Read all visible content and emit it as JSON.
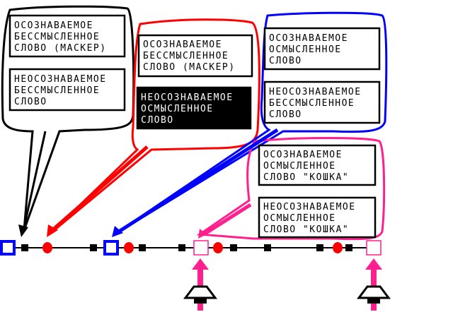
{
  "colors": {
    "black": "#000000",
    "red": "#ff0000",
    "blue": "#0000ff",
    "magenta": "#ff1f8f",
    "marker_fill": "#ffffff"
  },
  "groups": [
    {
      "id": "black-group",
      "color": "black",
      "boxes": [
        {
          "lines": [
            "ОСОЗНАВАЕМОЕ",
            "БЕССМЫСЛЕННОЕ",
            "СЛОВО (МАСКЕР)"
          ],
          "inverted": false
        },
        {
          "lines": [
            "НЕОСОЗНАВАЕМОЕ",
            "БЕССМЫСЛЕННОЕ",
            "СЛОВО"
          ],
          "inverted": false
        }
      ]
    },
    {
      "id": "red-group",
      "color": "red",
      "boxes": [
        {
          "lines": [
            "ОСОЗНАВАЕМОЕ",
            "БЕССМЫСЛЕННОЕ",
            "СЛОВО (МАСКЕР)"
          ],
          "inverted": false
        },
        {
          "lines": [
            "НЕОСОЗНАВАЕМОЕ",
            "ОСМЫСЛЕННОЕ",
            "СЛОВО"
          ],
          "inverted": true
        }
      ]
    },
    {
      "id": "blue-group",
      "color": "blue",
      "boxes": [
        {
          "lines": [
            "ОСОЗНАВАЕМОЕ",
            "ОСМЫСЛЕННОЕ",
            "СЛОВО"
          ],
          "inverted": false
        },
        {
          "lines": [
            "НЕОСОЗНАВАЕМОЕ",
            "БЕССМЫСЛЕННОЕ",
            "СЛОВО"
          ],
          "inverted": false
        }
      ]
    },
    {
      "id": "magenta-group",
      "color": "magenta",
      "boxes": [
        {
          "lines": [
            "ОСОЗНАВАЕМОЕ",
            "ОСМЫСЛЕННОЕ",
            "СЛОВО \"КОШКА\""
          ],
          "inverted": false
        },
        {
          "lines": [
            "НЕОСОЗНАВАЕМОЕ",
            "ОСМЫСЛЕННОЕ",
            "СЛОВО  \"КОШКА\""
          ],
          "inverted": false
        }
      ]
    }
  ],
  "timeline": {
    "markers": [
      {
        "kind": "blue-square"
      },
      {
        "kind": "black-square"
      },
      {
        "kind": "red-dot"
      },
      {
        "kind": "black-square"
      },
      {
        "kind": "blue-square"
      },
      {
        "kind": "red-dot"
      },
      {
        "kind": "black-square"
      },
      {
        "kind": "black-square"
      },
      {
        "kind": "pink-square"
      },
      {
        "kind": "red-dot"
      },
      {
        "kind": "black-square"
      },
      {
        "kind": "black-square"
      },
      {
        "kind": "black-square"
      },
      {
        "kind": "red-dot"
      },
      {
        "kind": "black-square"
      },
      {
        "kind": "pink-square"
      }
    ],
    "speaker_count": 2
  },
  "icons": [
    "speaker-icon",
    "arrow-up-icon"
  ]
}
